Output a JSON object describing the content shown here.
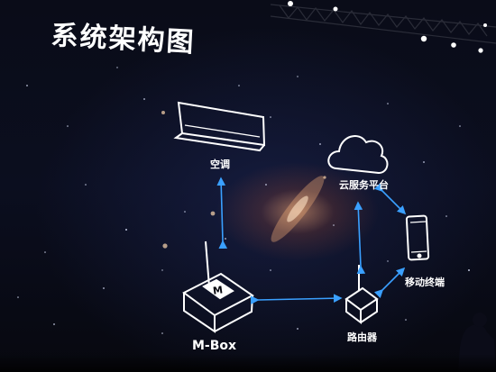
{
  "title": "系统架构图",
  "nodes": {
    "air_conditioner": {
      "label": "空调"
    },
    "cloud": {
      "label": "云服务平台"
    },
    "mobile": {
      "label": "移动终端"
    },
    "mbox": {
      "label": "M-Box",
      "icon_letter": "M"
    },
    "router": {
      "label": "路由器"
    }
  },
  "colors": {
    "line": "#ffffff",
    "arrow": "#3aa0ff",
    "text": "#ffffff"
  }
}
